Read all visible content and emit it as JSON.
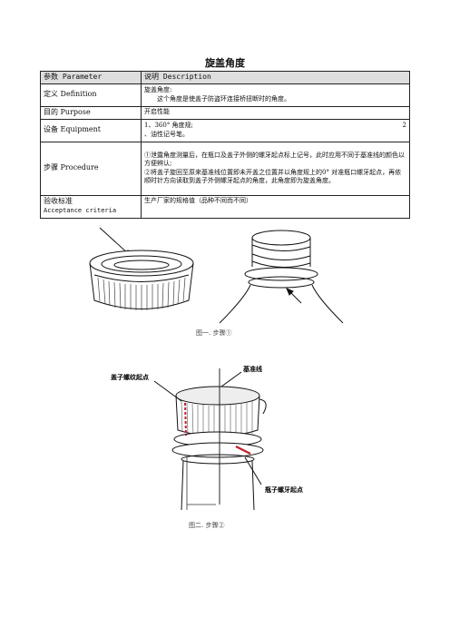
{
  "document": {
    "title": "旋盖角度"
  },
  "table": {
    "header": {
      "param": "参数 Parameter",
      "desc": "说明 Description"
    },
    "rows": {
      "definition": {
        "key": "定义 Definition",
        "line1": "旋盖角度:",
        "line2": "这个角度是使盖子防盗环连接桥扭断时的角度。"
      },
      "purpose": {
        "key": "目的 Purpose",
        "value": "开启性能"
      },
      "equipment": {
        "key": "设备 Equipment",
        "line1a": "1、360° 角度规;",
        "line1b": "2",
        "line2": "、油性记号笔。"
      },
      "procedure": {
        "key": "步骤 Procedure",
        "step1": "①泄露角度测量后，在瓶口及盖子外侧的螺牙起点标上记号，此时应用不同于基准线的颜色以方便辨认;",
        "step2": "②将盖子旋回至原来基准线位置即未开盖之位置并以角度规上的0° 对准瓶口螺牙起点，再依顺时针方向读取到盖子外侧螺牙起点的角度，此角度即为旋盖角度。"
      },
      "acceptance": {
        "key1": "验收标准",
        "key2": "Acceptance criteria",
        "value": "生产厂家的规格值（品种不同而不同）"
      }
    }
  },
  "figure1": {
    "caption": "图一. 步骤①"
  },
  "figure2": {
    "caption": "图二. 步骤②",
    "label_baseline": "基准线",
    "label_cap_thread": "盖子螺纹起点",
    "label_bottle_thread": "瓶子螺牙起点"
  },
  "colors": {
    "marker": "#c0202a"
  }
}
